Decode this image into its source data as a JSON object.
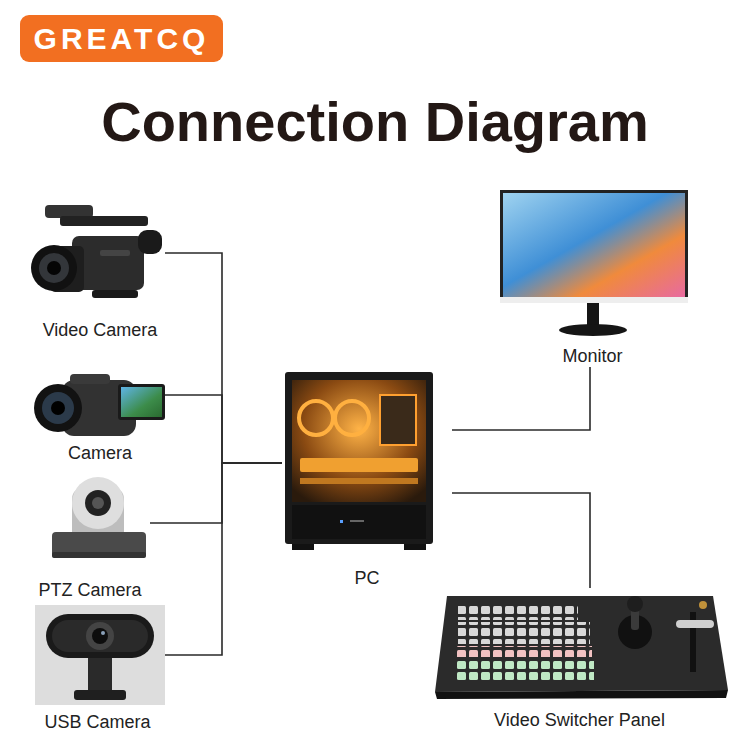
{
  "diagram": {
    "title": "Connection Diagram",
    "nodes": [
      {
        "text": [
          "GREATCQ"
        ]
      },
      {
        "text": [
          "Video Camera"
        ]
      },
      {
        "text": [
          "Camera"
        ]
      },
      {
        "text": [
          "PTZ Camera"
        ]
      },
      {
        "text": [
          "USB Camera"
        ]
      },
      {
        "text": [
          "PC"
        ]
      },
      {
        "text": [
          "Monitor"
        ]
      },
      {
        "text": [
          "Video Switcher Panel"
        ]
      }
    ],
    "edges": [
      {
        "from": 1,
        "to": 5,
        "arrow": "none"
      },
      {
        "from": 2,
        "to": 5,
        "arrow": "none"
      },
      {
        "from": 3,
        "to": 5,
        "arrow": "none"
      },
      {
        "from": 4,
        "to": 5,
        "arrow": "none"
      },
      {
        "from": 5,
        "to": 6,
        "arrow": "none"
      },
      {
        "from": 5,
        "to": 7,
        "arrow": "none"
      }
    ]
  }
}
